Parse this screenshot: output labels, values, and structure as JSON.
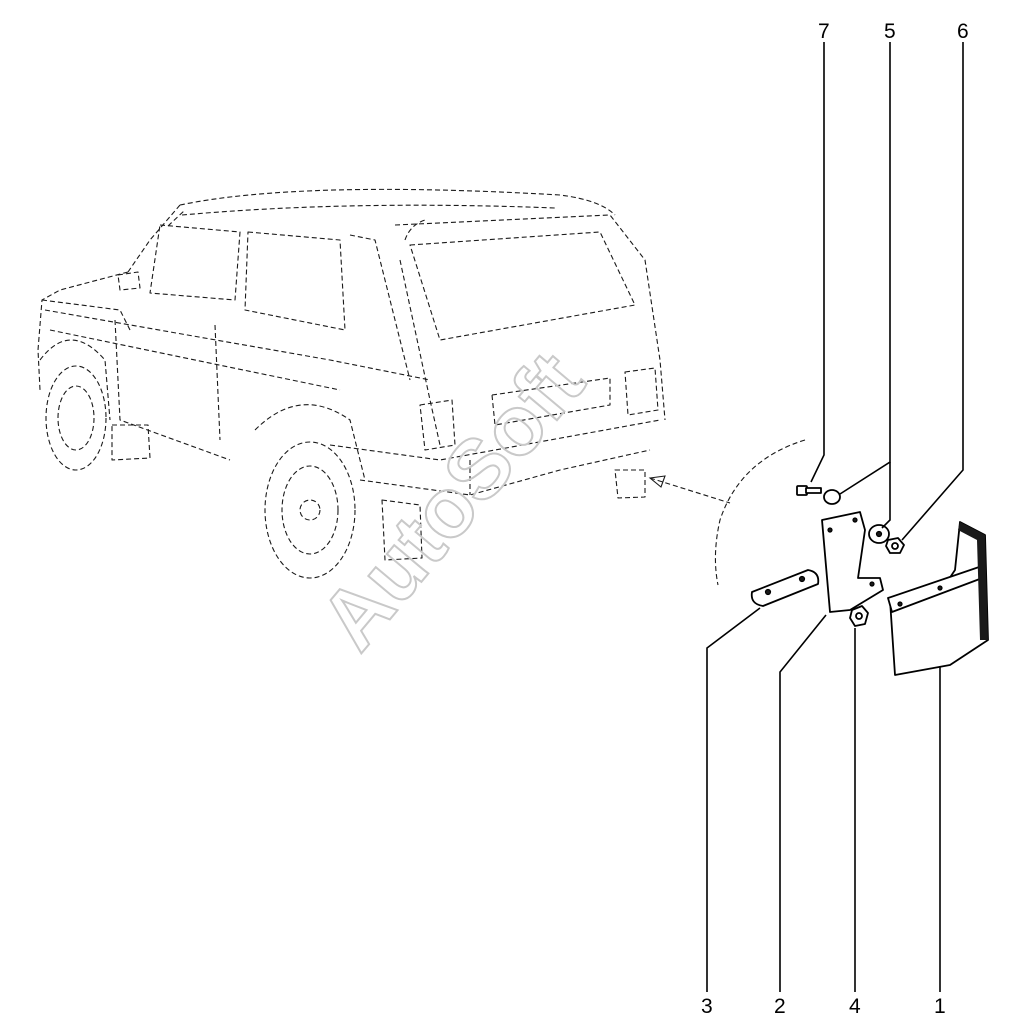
{
  "callouts": {
    "part_7": "7",
    "part_5": "5",
    "part_6": "6",
    "part_3": "3",
    "part_2": "2",
    "part_4": "4",
    "part_1": "1"
  },
  "watermark": {
    "text": "AutoSoft",
    "color": "#c9c9c9"
  },
  "colors": {
    "line": "#000000",
    "background": "#ffffff"
  }
}
